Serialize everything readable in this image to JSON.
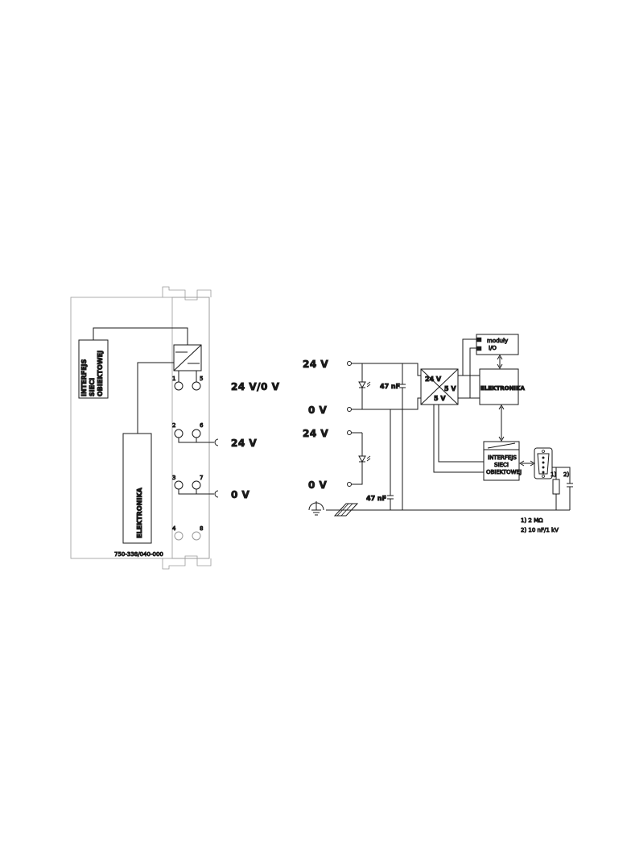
{
  "left_module": {
    "fieldbus_interface_lines": [
      "INTERFEJS",
      "SIECI",
      "OBIEKTOWEJ"
    ],
    "electronics_label": "ELEKTRONIKA",
    "terminal_numbers": [
      "1",
      "5",
      "2",
      "6",
      "3",
      "7",
      "4",
      "8"
    ],
    "supply_label": "24 V/0 V",
    "terminal_24v_label": "24 V",
    "terminal_0v_label": "0 V",
    "part_number": "750-338/040-000"
  },
  "schematic": {
    "input_24v_top": "24 V",
    "input_0v_top": "0 V",
    "input_24v_bottom": "24 V",
    "input_0v_bottom": "0 V",
    "capacitor_top": "47 nF",
    "capacitor_bottom": "47 nF",
    "converter_in": "24 V",
    "converter_out_a": "5 V",
    "converter_out_b": "5 V",
    "io_modules_line1": "moduły",
    "io_modules_line2": "I/O",
    "electronics_label": "ELEKTRONIKA",
    "fieldbus_interface_lines": [
      "INTERFEJS",
      "SIECI",
      "OBIEKTOWEJ"
    ],
    "marker_1": "1)",
    "marker_2": "2)",
    "note_1": "1) 2 MΩ",
    "note_2": "2) 10 nF/1 kV"
  }
}
